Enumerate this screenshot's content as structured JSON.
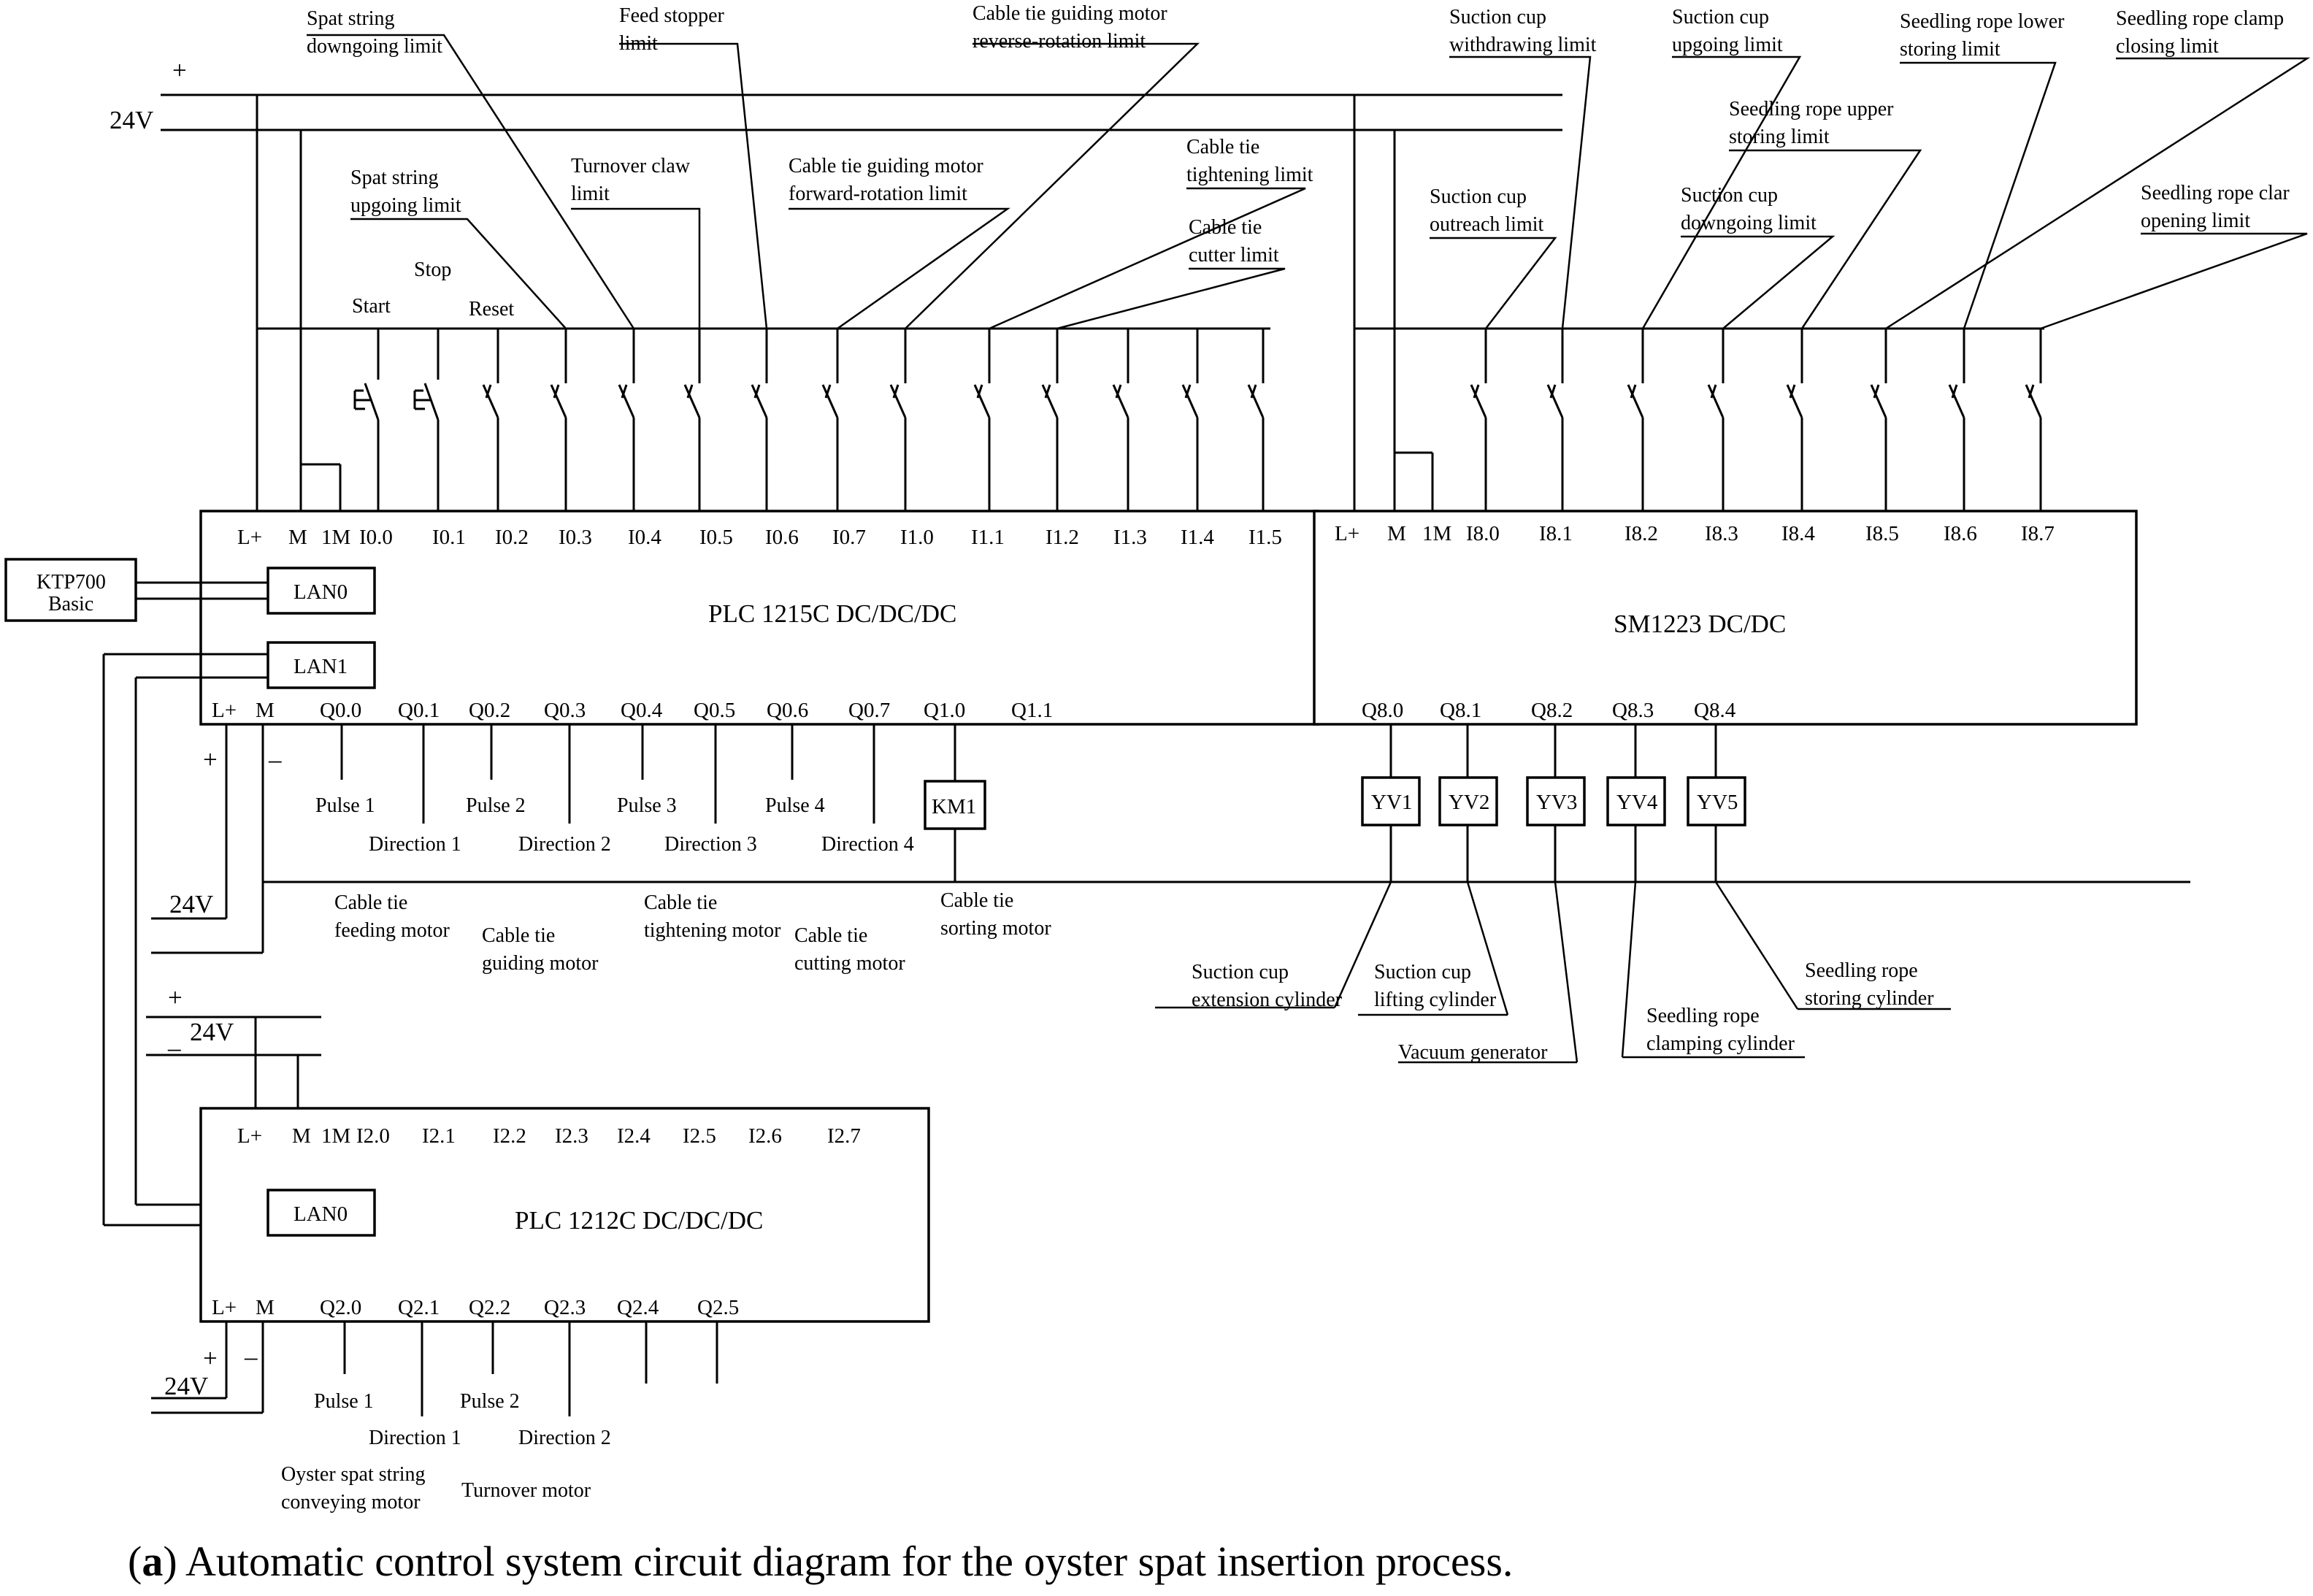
{
  "supply": {
    "plus": "+",
    "minus": "_",
    "volt": "24V",
    "minus_dash": "–"
  },
  "top_labels": {
    "spat_down": [
      "Spat string",
      "downgoing limit"
    ],
    "feed_stopper": [
      "Feed stopper",
      "limit"
    ],
    "ct_reverse": [
      "Cable tie guiding motor",
      "reverse-rotation limit"
    ],
    "spat_up": [
      "Spat string",
      "upgoing limit"
    ],
    "turnover_claw": [
      "Turnover claw",
      "limit"
    ],
    "ct_forward": [
      "Cable tie guiding motor",
      "forward-rotation limit"
    ],
    "ct_tight": [
      "Cable tie",
      "tightening limit"
    ],
    "ct_cutter": [
      "Cable tie",
      "cutter limit"
    ],
    "stop": "Stop",
    "start": "Start",
    "reset": "Reset",
    "sc_withdraw": [
      "Suction cup",
      "withdrawing limit"
    ],
    "sc_upgoing": [
      "Suction cup",
      "upgoing limit"
    ],
    "sr_lower": [
      "Seedling rope lower",
      "storing limit"
    ],
    "sr_clamp_close": [
      "Seedling rope clamp",
      "closing limit"
    ],
    "sr_upper": [
      "Seedling rope upper",
      "storing limit"
    ],
    "sc_outreach": [
      "Suction cup",
      "outreach limit"
    ],
    "sc_downgoing": [
      "Suction cup",
      "downgoing limit"
    ],
    "sr_clamp_open": [
      "Seedling rope clar",
      "opening limit"
    ]
  },
  "plc1": {
    "name": "PLC  1215C   DC/DC/DC",
    "inputs": [
      "L+",
      "M",
      "1M",
      "I0.0",
      "I0.1",
      "I0.2",
      "I0.3",
      "I0.4",
      "I0.5",
      "I0.6",
      "I0.7",
      "I1.0",
      "I1.1",
      "I1.2",
      "I1.3",
      "I1.4",
      "I1.5"
    ],
    "outputs": [
      "L+",
      "M",
      "Q0.0",
      "Q0.1",
      "Q0.2",
      "Q0.3",
      "Q0.4",
      "Q0.5",
      "Q0.6",
      "Q0.7",
      "Q1.0",
      "Q1.1"
    ],
    "lan0": "LAN0",
    "lan1": "LAN1"
  },
  "sm": {
    "name": "SM1223    DC/DC",
    "inputs": [
      "L+",
      "M",
      "1M",
      "I8.0",
      "I8.1",
      "I8.2",
      "I8.3",
      "I8.4",
      "I8.5",
      "I8.6",
      "I8.7"
    ],
    "outputs": [
      "Q8.0",
      "Q8.1",
      "Q8.2",
      "Q8.3",
      "Q8.4"
    ]
  },
  "hmi": [
    "KTP700",
    "Basic"
  ],
  "plc1_out_labels": {
    "pulse1": "Pulse 1",
    "pulse2": "Pulse 2",
    "pulse3": "Pulse 3",
    "pulse4": "Pulse 4",
    "dir1": "Direction 1",
    "dir2": "Direction 2",
    "dir3": "Direction 3",
    "dir4": "Direction 4",
    "km1": "KM1"
  },
  "motors": {
    "feeding": [
      "Cable tie",
      "feeding motor"
    ],
    "guiding": [
      "Cable tie",
      "guiding motor"
    ],
    "tightening": [
      "Cable tie",
      "tightening motor"
    ],
    "cutting": [
      "Cable tie",
      "cutting motor"
    ],
    "sorting": [
      "Cable tie",
      "sorting motor"
    ]
  },
  "valves": [
    "YV1",
    "YV2",
    "YV3",
    "YV4",
    "YV5"
  ],
  "cylinders": {
    "extension": [
      "Suction cup",
      "extension cylinder"
    ],
    "lifting": [
      "Suction cup",
      "lifting cylinder"
    ],
    "vacuum": "Vacuum generator",
    "clamping": [
      "Seedling rope",
      "clamping cylinder"
    ],
    "storing": [
      "Seedling rope",
      "storing cylinder"
    ]
  },
  "plc2": {
    "name": "PLC  1212C    DC/DC/DC",
    "inputs": [
      "L+",
      "M",
      "1M",
      "I2.0",
      "I2.1",
      "I2.2",
      "I2.3",
      "I2.4",
      "I2.5",
      "I2.6",
      "I2.7"
    ],
    "outputs": [
      "L+",
      "M",
      "Q2.0",
      "Q2.1",
      "Q2.2",
      "Q2.3",
      "Q2.4",
      "Q2.5"
    ],
    "lan0": "LAN0"
  },
  "plc2_out_labels": {
    "pulse1": "Pulse 1",
    "pulse2": "Pulse 2",
    "dir1": "Direction 1",
    "dir2": "Direction 2",
    "conveying": [
      "Oyster spat string",
      "conveying motor"
    ],
    "turnover": "Turnover motor"
  },
  "caption": {
    "letter": "a",
    "text": ") Automatic control system circuit diagram for the oyster spat insertion process."
  }
}
